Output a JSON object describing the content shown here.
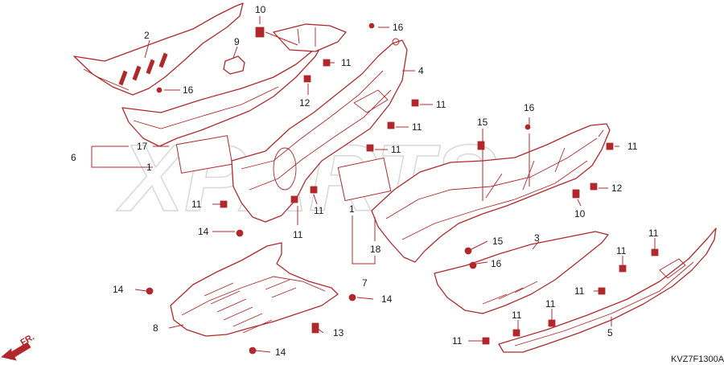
{
  "diagram": {
    "watermark": "XPARTS",
    "diagram_code": "KVZ7F1300A",
    "direction_label": "FR.",
    "colors": {
      "line": "#b0282c",
      "text": "#1a1a1a",
      "watermark": "#d8d8d8"
    },
    "callouts": {
      "c2": "2",
      "c10a": "10",
      "c9": "9",
      "c16a": "16",
      "c11a": "11",
      "c4": "4",
      "c16b": "16",
      "c12a": "12",
      "c11b": "11",
      "c11c": "11",
      "c17": "17",
      "c6": "6",
      "c1a": "1",
      "c11d": "11",
      "c15a": "15",
      "c16c": "16",
      "c11e": "11",
      "c11f": "11",
      "c11g": "11",
      "c12b": "12",
      "c10b": "10",
      "c1b": "1",
      "c14a": "14",
      "c11h": "11",
      "c18": "18",
      "c15b": "15",
      "c3": "3",
      "c16d": "16",
      "c11i": "11",
      "c7": "7",
      "c14b": "14",
      "c14c": "14",
      "c8": "8",
      "c13": "13",
      "c14d": "14",
      "c11j": "11",
      "c11k": "11",
      "c11l": "11",
      "c11m": "11",
      "c5": "5",
      "c11n": "11"
    }
  }
}
